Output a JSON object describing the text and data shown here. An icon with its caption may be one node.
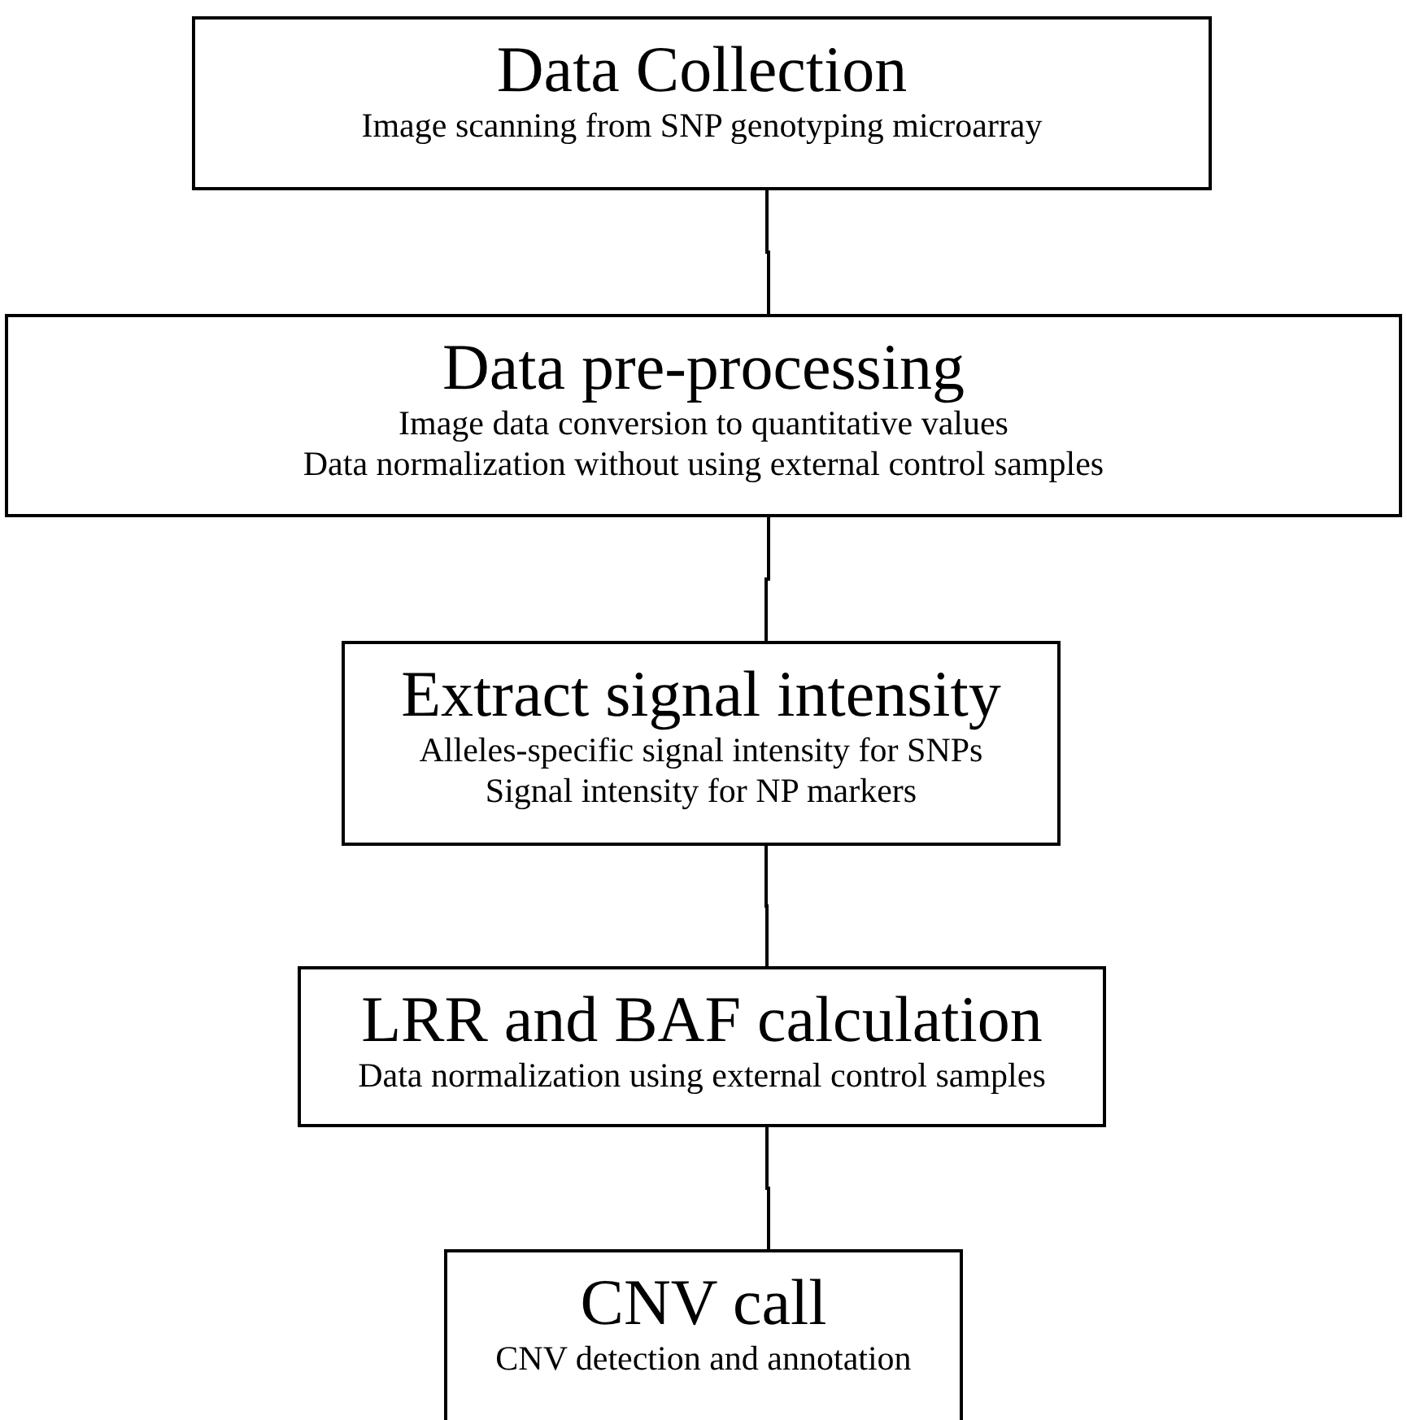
{
  "diagram": {
    "nodes": [
      {
        "text": [
          "Data Collection",
          "Image scanning from SNP genotyping microarray"
        ]
      },
      {
        "text": [
          "Data pre-processing",
          "Image data conversion to quantitative values",
          "Data normalization without using external control samples"
        ]
      },
      {
        "text": [
          "Extract signal intensity",
          "Alleles-specific signal intensity for SNPs",
          "Signal intensity for NP markers"
        ]
      },
      {
        "text": [
          "LRR and BAF calculation",
          "Data normalization using external control samples"
        ]
      },
      {
        "text": [
          "CNV call",
          "CNV detection and annotation"
        ]
      }
    ],
    "edges": [
      {
        "from": 0,
        "to": 1,
        "arrow": "none"
      },
      {
        "from": 1,
        "to": 2,
        "arrow": "none"
      },
      {
        "from": 2,
        "to": 3,
        "arrow": "none"
      },
      {
        "from": 3,
        "to": 4,
        "arrow": "none"
      }
    ]
  }
}
